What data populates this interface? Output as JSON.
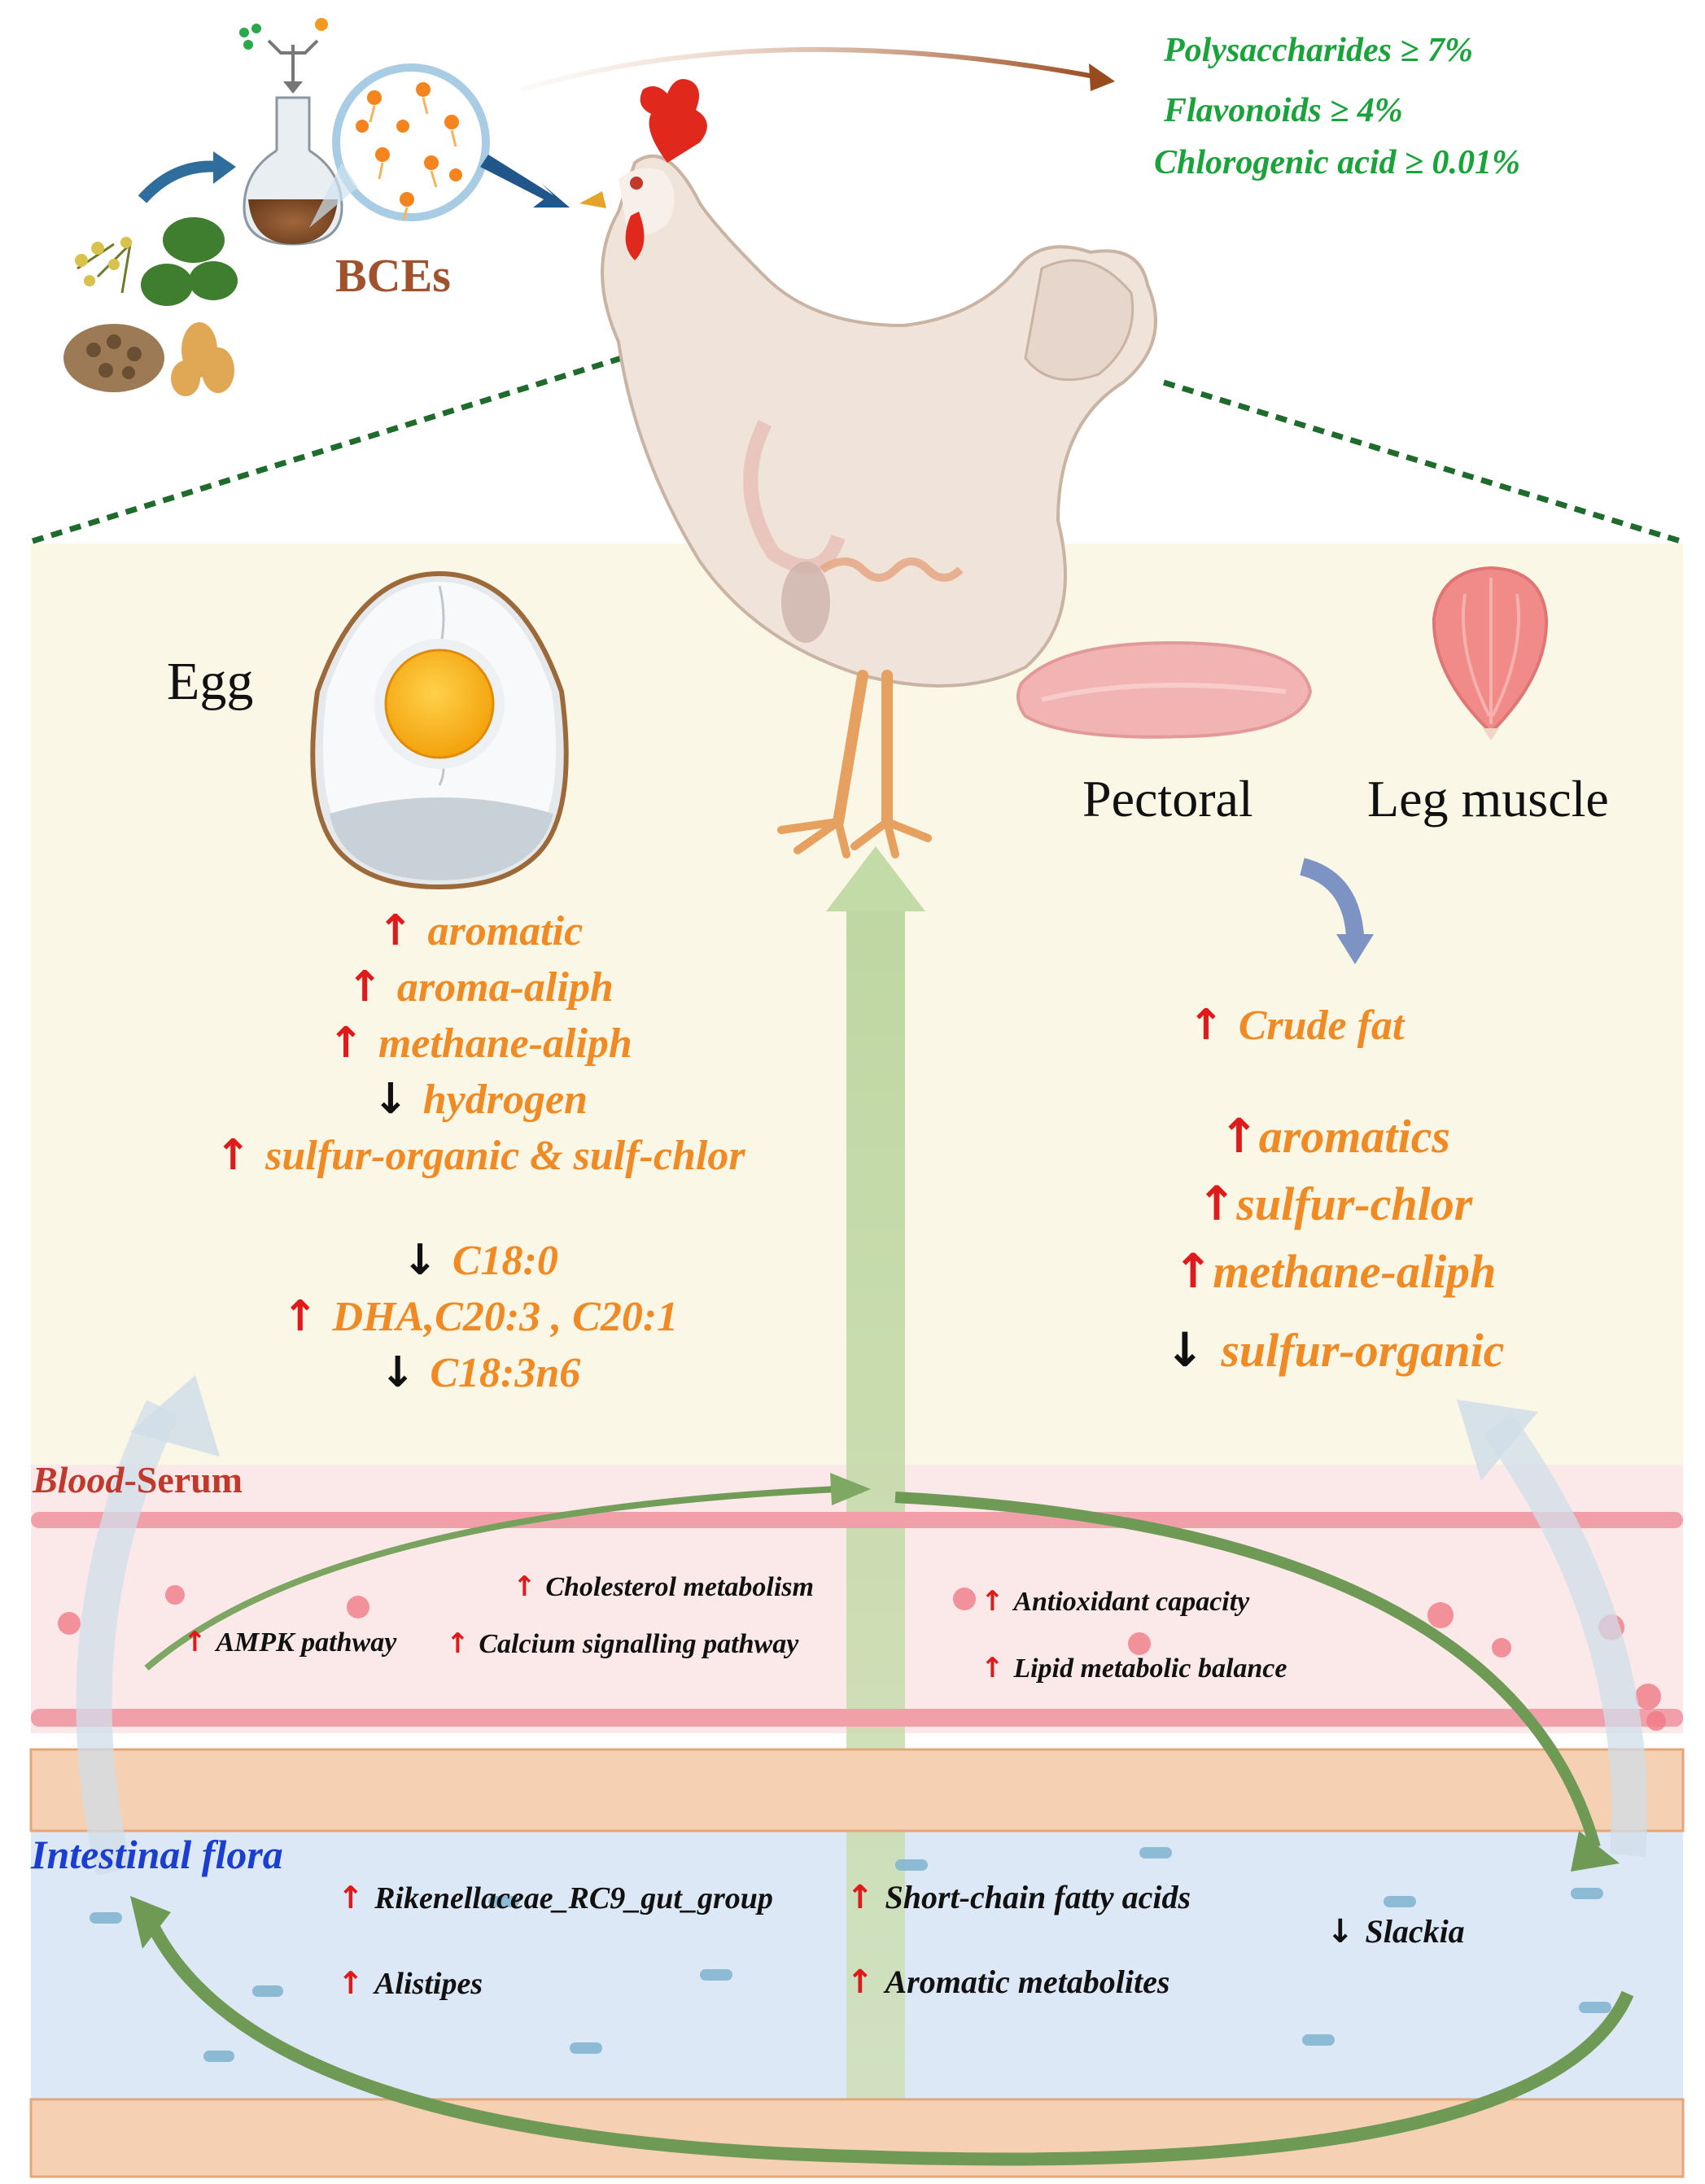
{
  "extract": {
    "label": "BCEs",
    "composition": [
      "Polysaccharides ≥ 7%",
      "Flavonoids ≥ 4%",
      "Chlorogenic acid ≥ 0.01%"
    ]
  },
  "egg": {
    "label": "Egg",
    "volatiles": [
      {
        "dir": "up",
        "text": "aromatic"
      },
      {
        "dir": "up",
        "text": "aroma-aliph"
      },
      {
        "dir": "up",
        "text": "methane-aliph"
      },
      {
        "dir": "down",
        "text": "hydrogen"
      },
      {
        "dir": "up",
        "text": "sulfur-organic & sulf-chlor"
      }
    ],
    "fatty_acids": [
      {
        "dir": "down",
        "text": "C18:0"
      },
      {
        "dir": "up",
        "text": "DHA,C20:3 , C20:1"
      },
      {
        "dir": "down",
        "text": "C18:3n6"
      }
    ]
  },
  "muscle": {
    "pectoral_label": "Pectoral",
    "leg_label": "Leg muscle",
    "crude_fat": {
      "dir": "up",
      "text": "Crude fat"
    },
    "volatiles": [
      {
        "dir": "up",
        "text": "aromatics"
      },
      {
        "dir": "up",
        "text": "sulfur-chlor"
      },
      {
        "dir": "up",
        "text": "methane-aliph"
      },
      {
        "dir": "down",
        "text": "sulfur-organic"
      }
    ]
  },
  "serum": {
    "title_italic": "Blood",
    "title_rest": "-Serum",
    "items": [
      {
        "dir": "up",
        "text": "Cholesterol metabolism"
      },
      {
        "dir": "up",
        "text": "AMPK pathway"
      },
      {
        "dir": "up",
        "text": "Calcium signalling pathway"
      },
      {
        "dir": "up",
        "text": "Antioxidant capacity"
      },
      {
        "dir": "up",
        "text": "Lipid metabolic balance"
      }
    ]
  },
  "gut": {
    "title": "Intestinal flora",
    "items": [
      {
        "dir": "up",
        "text": "Rikenellaceae_RC9_gut_group"
      },
      {
        "dir": "up",
        "text": "Alistipes"
      },
      {
        "dir": "up",
        "text": "Short-chain fatty acids"
      },
      {
        "dir": "up",
        "text": "Aromatic metabolites"
      },
      {
        "dir": "down",
        "text": "Slackia"
      }
    ]
  },
  "colors": {
    "panel_bg": "#fbf7e6",
    "serum_bg": "#fbe9ea",
    "gut_bg": "#dde8f6",
    "orange_text": "#f08a24",
    "green_text": "#1aa33a",
    "arrow_up": "#e01a1a",
    "bces_text": "#a0522d",
    "serum_title": "#c0392b",
    "gut_title": "#1a3fd0"
  }
}
